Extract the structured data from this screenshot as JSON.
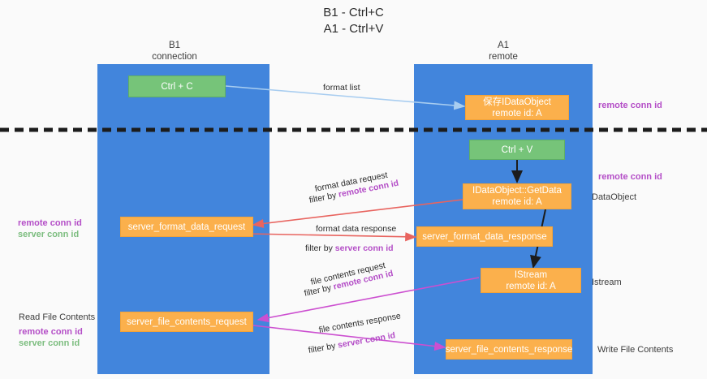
{
  "title": {
    "line1": "B1 - Ctrl+C",
    "line2": "A1 - Ctrl+V"
  },
  "columns": [
    {
      "name": "B1",
      "sub": "connection"
    },
    {
      "name": "A1",
      "sub": "remote"
    }
  ],
  "nodes": {
    "ctrl_c": {
      "line1": "Ctrl + C"
    },
    "save_idataobject": {
      "line1": "保存IDataObject",
      "line2": "remote id: A"
    },
    "ctrl_v": {
      "line1": "Ctrl + V"
    },
    "getdata": {
      "line1": "IDataObject::GetData",
      "line2": "remote id: A"
    },
    "istream": {
      "line1": "IStream",
      "line2": "remote id: A"
    },
    "server_format_data_request": {
      "line1": "server_format_data_request"
    },
    "server_format_data_response": {
      "line1": "server_format_data_response"
    },
    "server_file_contents_request": {
      "line1": "server_file_contents_request"
    },
    "server_file_contents_response": {
      "line1": "server_file_contents_response"
    }
  },
  "right_labels": {
    "remote_conn_id_1": "remote conn id",
    "remote_conn_id_2": "remote conn id",
    "dataobject": "DataObject",
    "istream": "Istream",
    "write_file_contents": "Write File Contents"
  },
  "left_labels": {
    "remote_conn_id": "remote conn id",
    "server_conn_id": "server conn id",
    "read_file_contents": "Read File Contents",
    "remote_conn_id_2": "remote conn id",
    "server_conn_id_2": "server conn id"
  },
  "edges": {
    "format_list": "format list",
    "format_data_request": "format data request",
    "format_data_request_filter_prefix": "filter by ",
    "format_data_request_filter_id": "remote conn id",
    "format_data_response": "format data response",
    "format_data_response_filter_prefix": "filter by ",
    "format_data_response_filter_id": "server conn id",
    "file_contents_request": "file contents request",
    "file_contents_request_filter_prefix": "filter by ",
    "file_contents_request_filter_id": "remote conn id",
    "file_contents_response": "file contents response",
    "file_contents_response_filter_prefix": "filter by ",
    "file_contents_response_filter_id": "server conn id"
  },
  "colors": {
    "lane": "#4285dc",
    "node_green": "#76c479",
    "node_orange": "#fbb04c",
    "accent_purple": "#b44ec7",
    "accent_green": "#7cbd7f",
    "arrow_red": "#e8645f",
    "arrow_blue": "#a8cdf0",
    "arrow_magenta": "#cc4fd0",
    "arrow_black": "#1c1c1c",
    "divider": "#1c1c1c"
  }
}
